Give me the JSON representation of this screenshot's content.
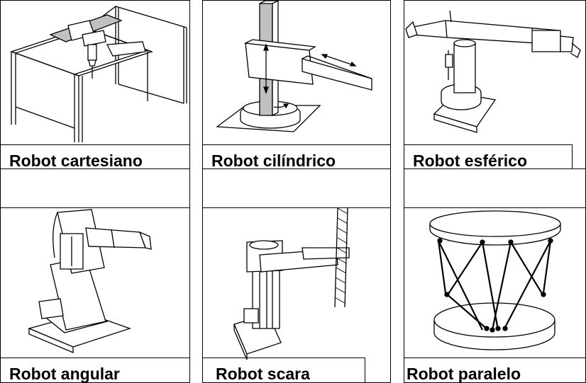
{
  "robots": [
    {
      "label": "Robot cartesiano",
      "icon": "cartesian-robot-icon"
    },
    {
      "label": "Robot cilíndrico",
      "icon": "cylindrical-robot-icon"
    },
    {
      "label": "Robot esférico",
      "icon": "spherical-robot-icon"
    },
    {
      "label": "Robot angular",
      "icon": "angular-robot-icon"
    },
    {
      "label": "Robot scara",
      "icon": "scara-robot-icon"
    },
    {
      "label": "Robot paralelo",
      "icon": "parallel-robot-icon"
    }
  ],
  "colors": {
    "line": "#000000",
    "shade": "#c0c0c0",
    "background": "#ffffff"
  }
}
